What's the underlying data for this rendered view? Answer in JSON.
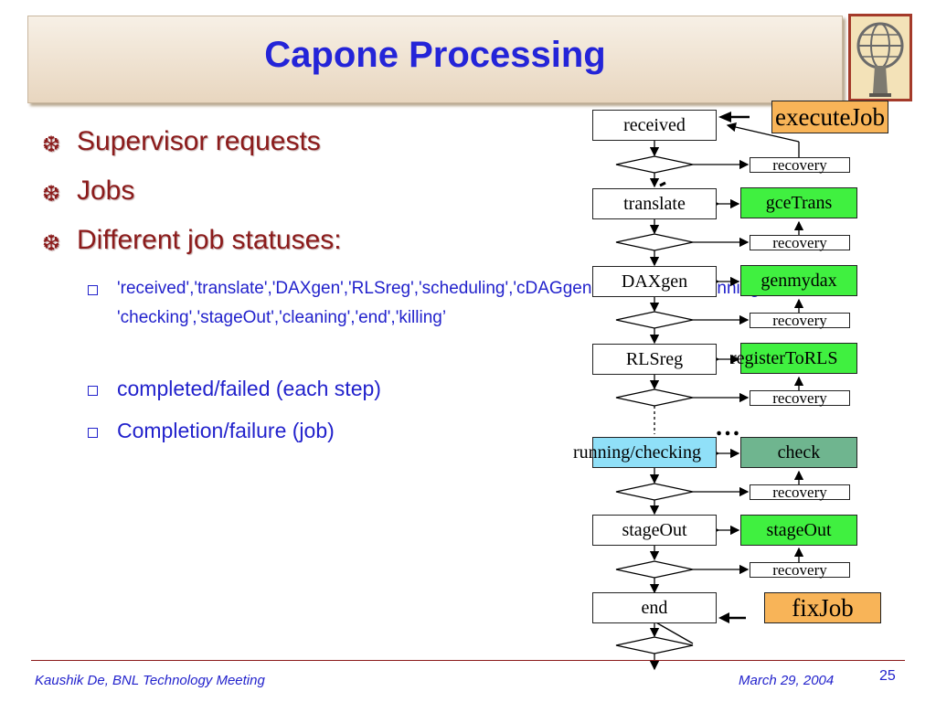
{
  "title": "Capone Processing",
  "bullets": [
    {
      "text": "Supervisor requests"
    },
    {
      "text": "Jobs"
    },
    {
      "text": "Different job statuses:"
    }
  ],
  "sub_bullets": [
    {
      "text": "'received','translate','DAXgen','RLSreg','scheduling','cDAGgen','submission','running', 'checking','stageOut','cleaning','end','killing’"
    },
    {
      "text": "completed/failed (each step)"
    },
    {
      "text": "Completion/failure (job)"
    }
  ],
  "flow": {
    "states": [
      "received",
      "translate",
      "DAXgen",
      "RLSreg",
      "running/checking",
      "stageOut",
      "end"
    ],
    "actions": [
      "gceTrans",
      "genmydax",
      "registerToRLS",
      "check",
      "stageOut"
    ],
    "recovery": "recovery",
    "entry": "executeJob",
    "fix": "fixJob",
    "ellipsis": "…"
  },
  "footer": {
    "left": "Kaushik De, BNL Technology Meeting",
    "date": "March 29, 2004",
    "page": "25"
  },
  "colors": {
    "title": "#2424d8",
    "bullet": "#8b1b1b",
    "sub_bullet": "#2222cc",
    "action_green": "#40f040",
    "check_green": "#6fb58f",
    "running_cyan": "#90e0f8",
    "entry_orange": "#f8b458"
  }
}
